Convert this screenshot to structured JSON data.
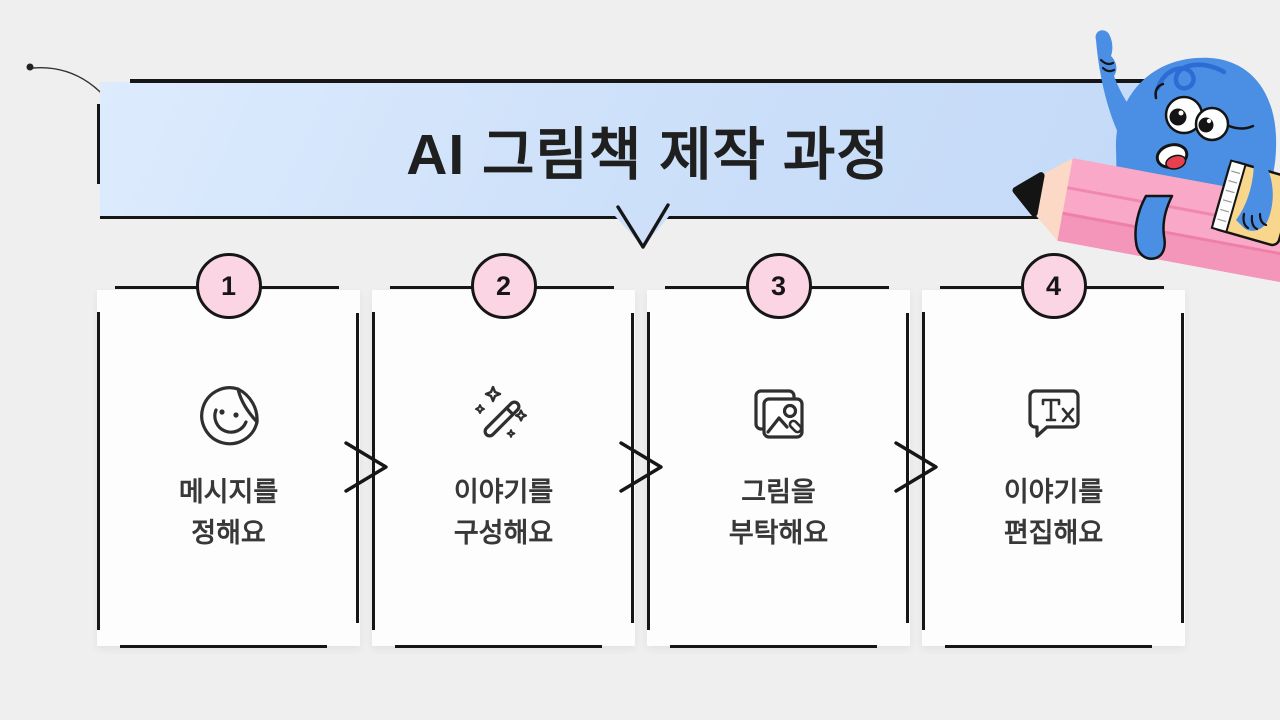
{
  "banner": {
    "title": "AI 그림책 제작 과정"
  },
  "steps": [
    {
      "number": "1",
      "icon": "sticker-smiley-icon",
      "label_line1": "메시지를",
      "label_line2": "정해요"
    },
    {
      "number": "2",
      "icon": "magic-wand-icon",
      "label_line1": "이야기를",
      "label_line2": "구성해요"
    },
    {
      "number": "3",
      "icon": "pictures-icon",
      "label_line1": "그림을",
      "label_line2": "부탁해요"
    },
    {
      "number": "4",
      "icon": "text-edit-icon",
      "label_line1": "이야기를",
      "label_line2": "편집해요"
    }
  ],
  "colors": {
    "background": "#f0eff0",
    "banner_blue": "#cbdff9",
    "badge_pink": "#fbd5e3",
    "line_black": "#161616",
    "pencil_pink": "#f9a9c7",
    "pencil_tip": "#fcd8c6",
    "mascot_blue": "#4a8fe4",
    "book_yellow": "#f8d78c",
    "tongue_red": "#e8414e",
    "text_dark": "#383838"
  }
}
